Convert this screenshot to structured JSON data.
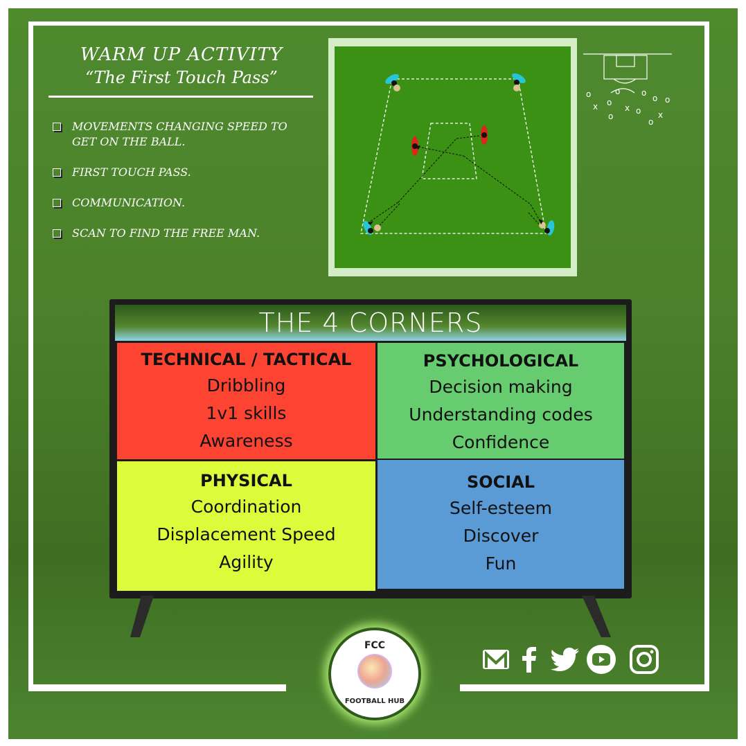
{
  "header": {
    "title": "WARM UP ACTIVITY",
    "subtitle": "“The First Touch Pass”"
  },
  "points": [
    "MOVEMENTS CHANGING SPEED TO GET ON THE BALL.",
    "FIRST TOUCH PASS.",
    "COMMUNICATION.",
    "SCAN TO FIND THE FREE MAN."
  ],
  "corners": {
    "title": "THE 4 CORNERS",
    "technical": {
      "heading": "TECHNICAL / TACTICAL",
      "items": [
        "Dribbling",
        "1v1 skills",
        "Awareness"
      ],
      "color": "#fd4433"
    },
    "psychological": {
      "heading": "PSYCHOLOGICAL",
      "items": [
        "Decision making",
        "Understanding codes",
        "Confidence"
      ],
      "color": "#66cc6f"
    },
    "physical": {
      "heading": "PHYSICAL",
      "items": [
        "Coordination",
        "Displacement Speed",
        "Agility"
      ],
      "color": "#dbfb3b"
    },
    "social": {
      "heading": "SOCIAL",
      "items": [
        "Self-esteem",
        "Discover",
        "Fun"
      ],
      "color": "#5a9bd6"
    }
  },
  "logo": {
    "top": "FCC",
    "bottom": "FOOTBALL HUB"
  },
  "social_icons": [
    "mail-icon",
    "facebook-icon",
    "twitter-icon",
    "youtube-icon",
    "instagram-icon"
  ],
  "colors": {
    "background": "#4a8029",
    "pitch": "#3b9113",
    "player_blue": "#26c6d8",
    "player_red": "#e0231b"
  }
}
